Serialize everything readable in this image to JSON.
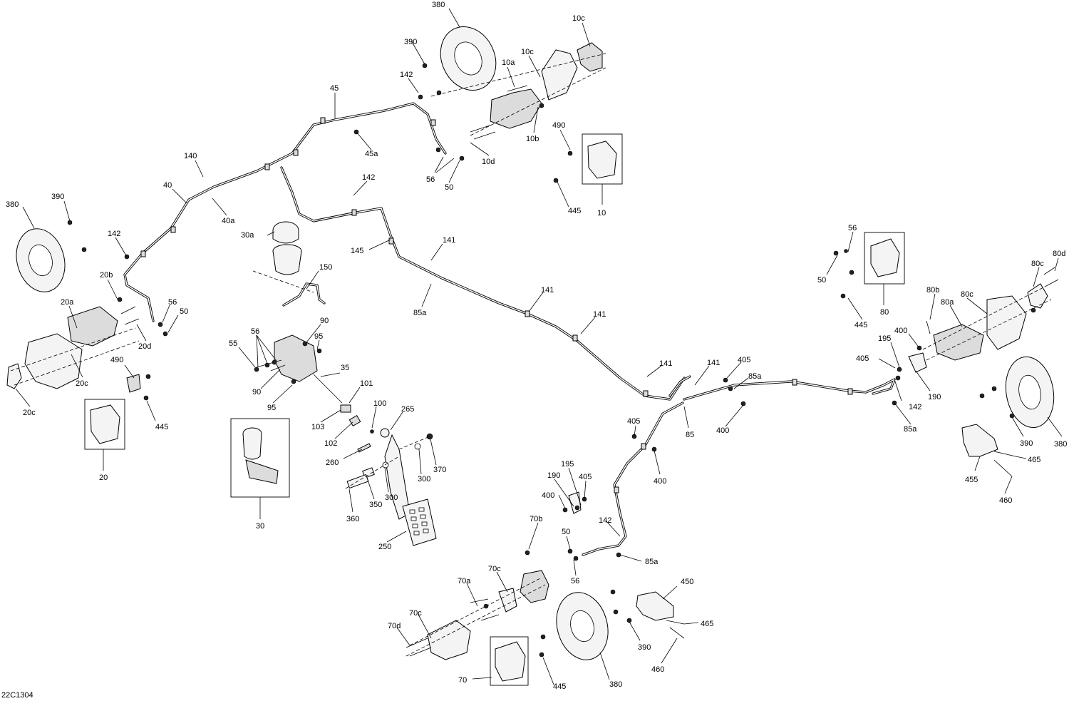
{
  "diagram_code": "22C1304",
  "callouts": [
    "380",
    "390",
    "10c",
    "10a",
    "10c",
    "142",
    "45",
    "490",
    "10b",
    "10d",
    "56",
    "50",
    "45a",
    "10",
    "445",
    "140",
    "40",
    "40a",
    "142",
    "380",
    "390",
    "142",
    "20b",
    "20a",
    "56",
    "50",
    "20d",
    "20c",
    "20c",
    "490",
    "445",
    "20",
    "30a",
    "145",
    "141",
    "85a",
    "150",
    "56",
    "55",
    "90",
    "90",
    "95",
    "95",
    "35",
    "101",
    "103",
    "100",
    "265",
    "102",
    "260",
    "370",
    "300",
    "300",
    "360",
    "350",
    "250",
    "30",
    "141",
    "141",
    "141",
    "141",
    "405",
    "85a",
    "85",
    "400",
    "405",
    "400",
    "195",
    "400",
    "190",
    "405",
    "142",
    "85a",
    "56",
    "50",
    "80",
    "445",
    "80b",
    "80a",
    "80c",
    "80c",
    "80d",
    "380",
    "390",
    "465",
    "455",
    "460",
    "405",
    "400",
    "195",
    "190",
    "405",
    "400",
    "142",
    "70b",
    "50",
    "56",
    "85a",
    "70c",
    "70a",
    "70c",
    "70d",
    "70",
    "445",
    "380",
    "450",
    "465",
    "390",
    "460"
  ]
}
